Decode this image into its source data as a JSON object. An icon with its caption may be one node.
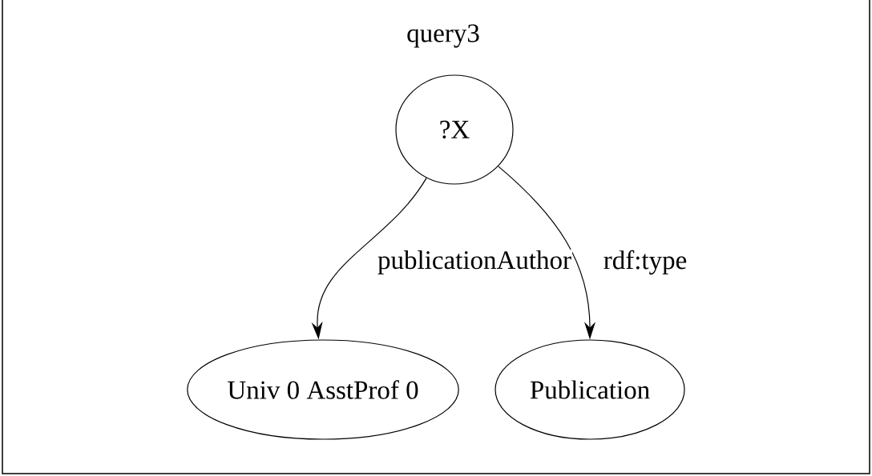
{
  "diagram": {
    "title": "query3",
    "nodes": [
      {
        "text": [
          "?X"
        ]
      },
      {
        "text": [
          "Univ 0 AsstProf 0"
        ]
      },
      {
        "text": [
          "Publication"
        ]
      }
    ],
    "edges": [
      {
        "from": 0,
        "to": 1,
        "arrow": "to",
        "label": "publicationAuthor"
      },
      {
        "from": 0,
        "to": 2,
        "arrow": "to",
        "label": "rdf:type"
      }
    ]
  }
}
